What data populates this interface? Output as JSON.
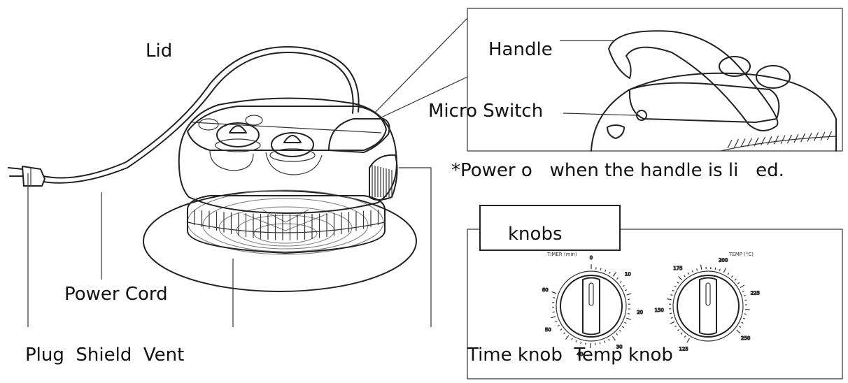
{
  "labels": {
    "lid": "Lid",
    "handle": "Handle",
    "micro_switch": "Micro Switch",
    "power_note": "*Power o   when the handle is li   ed.",
    "knobs": "knobs",
    "power_cord": "Power Cord",
    "plug_shield_vent": "Plug  Shield  Vent",
    "time_temp_knob": "Time knob  Temp knob"
  },
  "dial_labels": {
    "timer_header": "TIMER (min)",
    "temp_header": "TEMP (°C)",
    "timer_marks": [
      "0",
      "10",
      "20",
      "30",
      "40",
      "50",
      "60"
    ],
    "temp_marks": [
      "125",
      "150",
      "175",
      "200",
      "225",
      "250"
    ]
  },
  "colors": {
    "ink": "#222222",
    "frame": "#333333",
    "background": "#ffffff"
  }
}
